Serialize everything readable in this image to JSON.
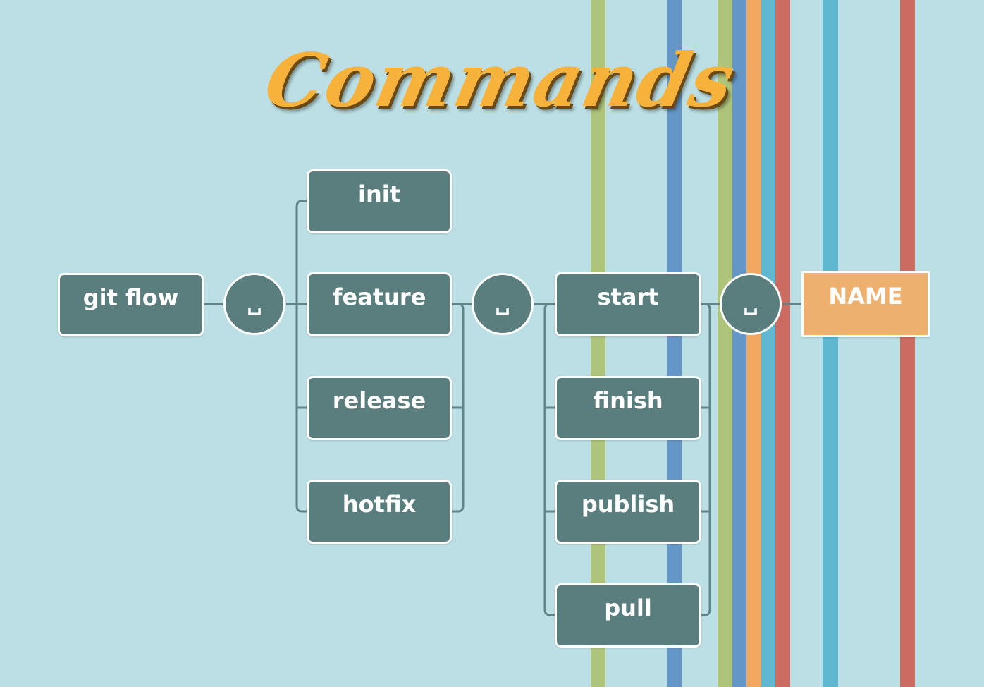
{
  "title": "Commands",
  "root": {
    "label": "git flow"
  },
  "separator_symbol": "␣",
  "commands": [
    {
      "label": "init"
    },
    {
      "label": "feature"
    },
    {
      "label": "release"
    },
    {
      "label": "hotfix"
    }
  ],
  "actions": [
    {
      "label": "start"
    },
    {
      "label": "finish"
    },
    {
      "label": "publish"
    },
    {
      "label": "pull"
    }
  ],
  "argument": {
    "label": "NAME"
  },
  "colors": {
    "background": "#bbdfe4",
    "node_fill": "#5a7d7e",
    "node_border": "#ffffff",
    "argument_fill": "#eeb06f",
    "title_color": "#f6b23b",
    "connector": "#5f8586",
    "stripes": [
      "#aec47a",
      "#6497c7",
      "#aec47a",
      "#6497c7",
      "#f3a862",
      "#5fb8cf",
      "#cc6b62",
      "#5fb8cf",
      "#cc6b62"
    ]
  }
}
